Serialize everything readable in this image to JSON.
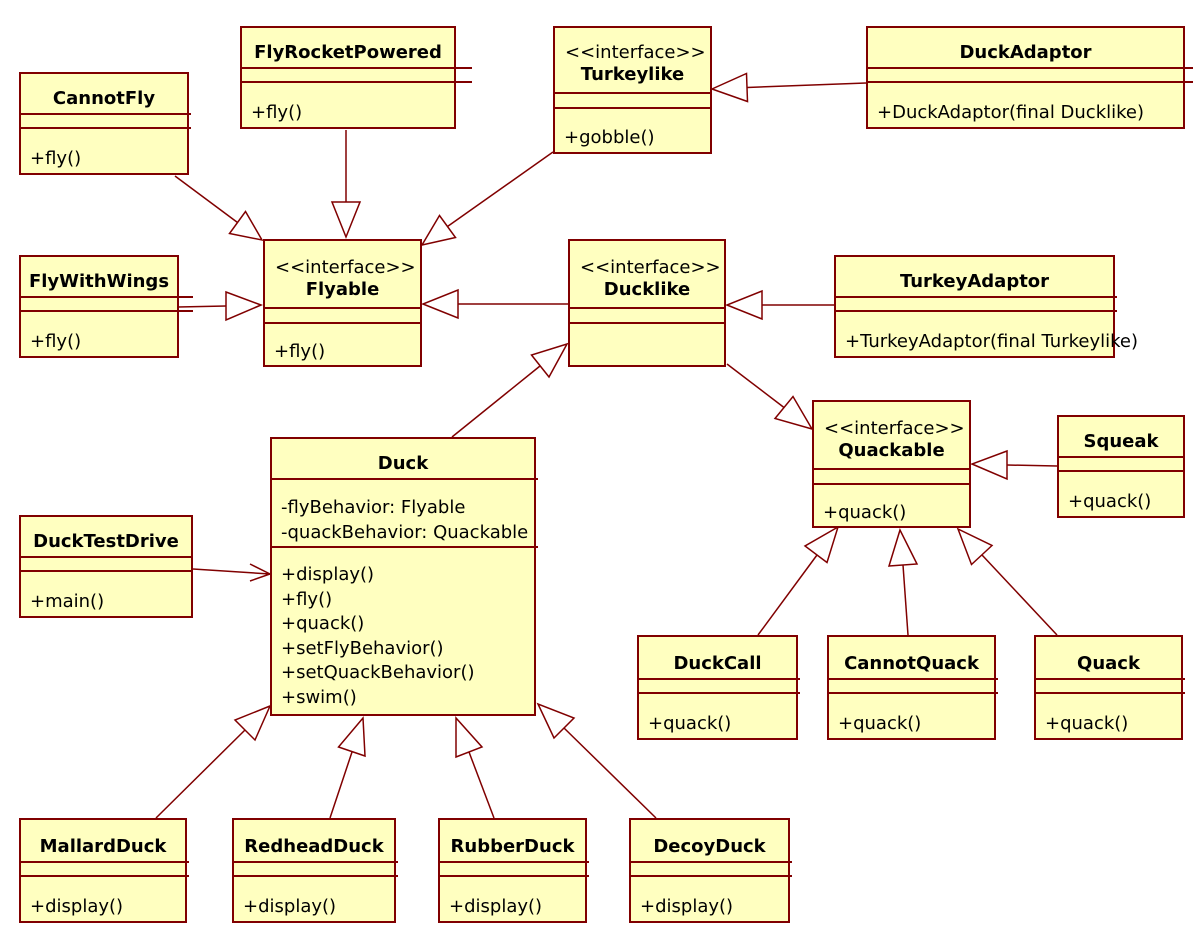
{
  "classes": {
    "fly_rocket_powered": {
      "name": "FlyRocketPowered",
      "methods": [
        "+fly()"
      ]
    },
    "turkeylike": {
      "stereotype": "<<interface>>",
      "name": "Turkeylike",
      "methods": [
        "+gobble()"
      ]
    },
    "duck_adaptor": {
      "name": "DuckAdaptor",
      "methods": [
        "+DuckAdaptor(final Ducklike)"
      ]
    },
    "cannot_fly": {
      "name": "CannotFly",
      "methods": [
        "+fly()"
      ]
    },
    "fly_with_wings": {
      "name": "FlyWithWings",
      "methods": [
        "+fly()"
      ]
    },
    "flyable": {
      "stereotype": "<<interface>>",
      "name": "Flyable",
      "methods": [
        "+fly()"
      ]
    },
    "ducklike": {
      "stereotype": "<<interface>>",
      "name": "Ducklike"
    },
    "turkey_adaptor": {
      "name": "TurkeyAdaptor",
      "methods": [
        "+TurkeyAdaptor(final Turkeylike)"
      ]
    },
    "quackable": {
      "stereotype": "<<interface>>",
      "name": "Quackable",
      "methods": [
        "+quack()"
      ]
    },
    "squeak": {
      "name": "Squeak",
      "methods": [
        "+quack()"
      ]
    },
    "duck": {
      "name": "Duck",
      "attributes": [
        "-flyBehavior: Flyable",
        "-quackBehavior: Quackable"
      ],
      "methods": [
        "+display()",
        "+fly()",
        "+quack()",
        "+setFlyBehavior()",
        "+setQuackBehavior()",
        "+swim()"
      ]
    },
    "duck_test_drive": {
      "name": "DuckTestDrive",
      "methods": [
        "+main()"
      ]
    },
    "duck_call": {
      "name": "DuckCall",
      "methods": [
        "+quack()"
      ]
    },
    "cannot_quack": {
      "name": "CannotQuack",
      "methods": [
        "+quack()"
      ]
    },
    "quack": {
      "name": "Quack",
      "methods": [
        "+quack()"
      ]
    },
    "mallard_duck": {
      "name": "MallardDuck",
      "methods": [
        "+display()"
      ]
    },
    "redhead_duck": {
      "name": "RedheadDuck",
      "methods": [
        "+display()"
      ]
    },
    "rubber_duck": {
      "name": "RubberDuck",
      "methods": [
        "+display()"
      ]
    },
    "decoy_duck": {
      "name": "DecoyDuck",
      "methods": [
        "+display()"
      ]
    }
  },
  "colors": {
    "class_fill": "#ffffc0",
    "line": "#800000",
    "text": "#000000"
  }
}
